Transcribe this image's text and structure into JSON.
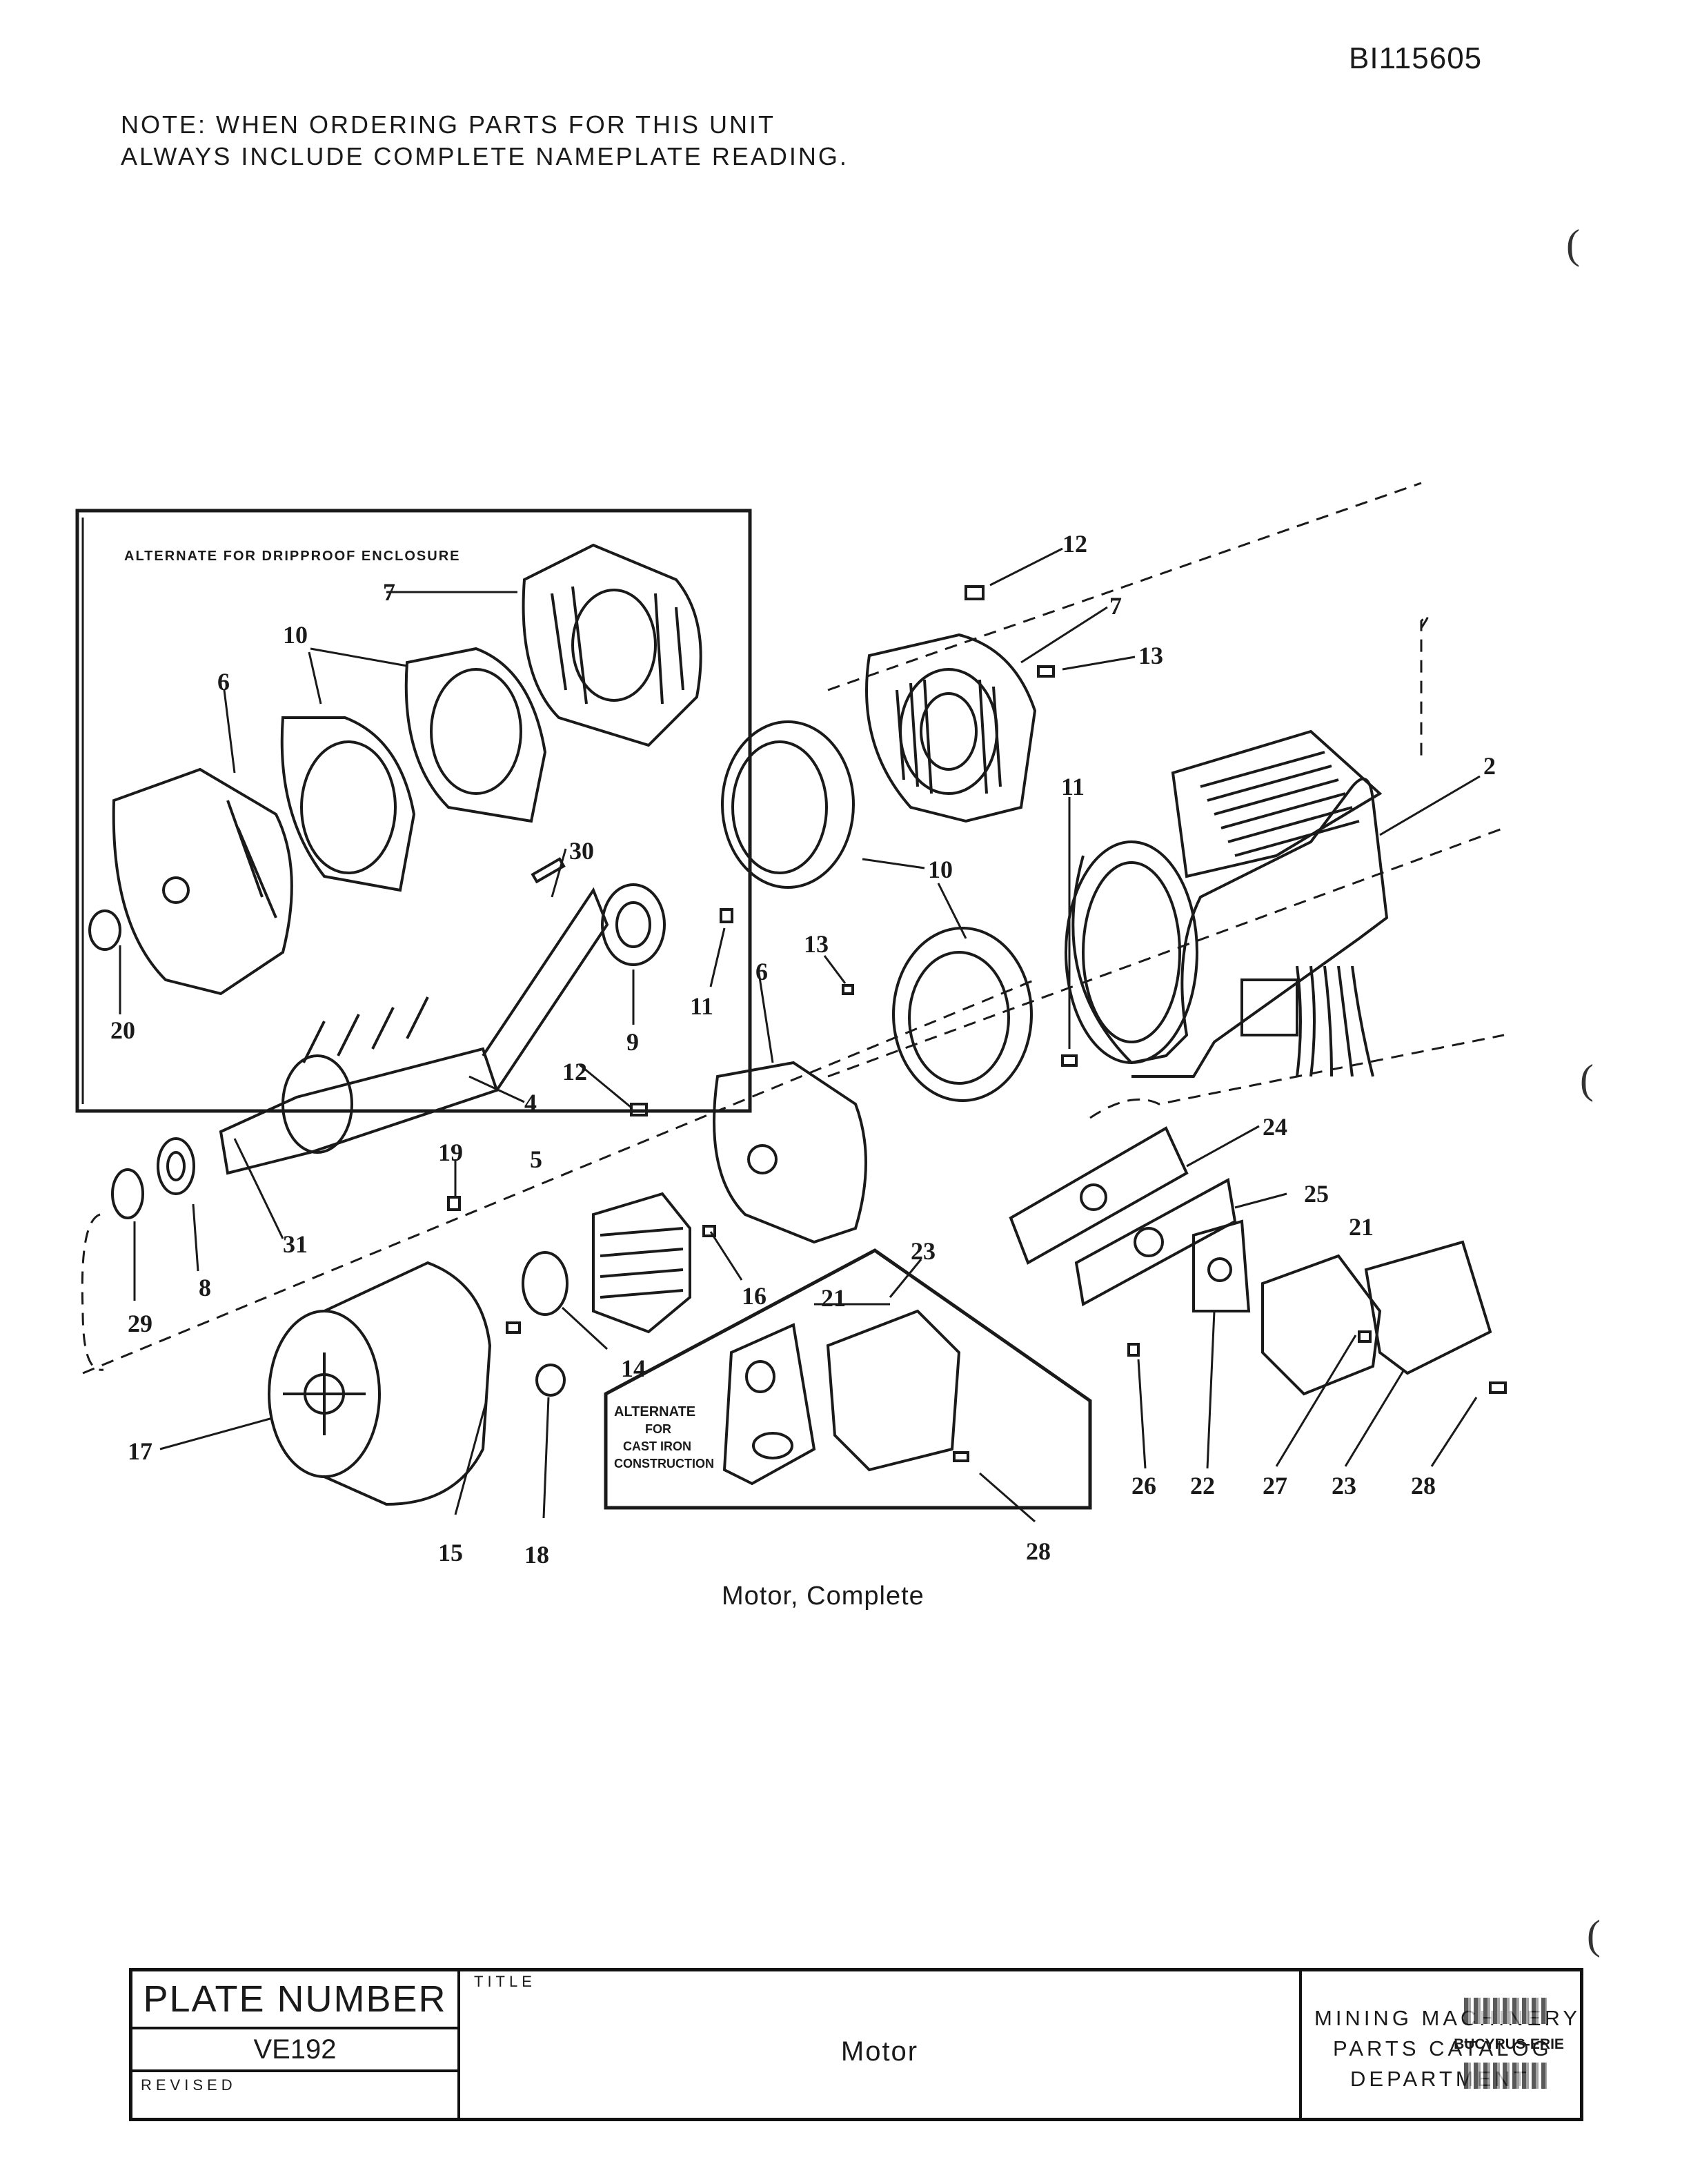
{
  "header": {
    "doc_number": "BI115605",
    "note_line1": "NOTE:  WHEN ORDERING PARTS FOR THIS UNIT",
    "note_line2": "ALWAYS INCLUDE COMPLETE NAMEPLATE READING."
  },
  "figure": {
    "inset_title": "ALTERNATE FOR DRIPPROOF ENCLOSURE",
    "alt_box_lines": [
      "ALTERNATE",
      "FOR",
      "CAST IRON",
      "CONSTRUCTION"
    ],
    "callouts": [
      "2",
      "4",
      "5",
      "6",
      "7",
      "8",
      "9",
      "10",
      "11",
      "12",
      "13",
      "14",
      "15",
      "16",
      "17",
      "18",
      "19",
      "20",
      "21",
      "22",
      "23",
      "24",
      "25",
      "26",
      "27",
      "28",
      "29",
      "30",
      "31"
    ],
    "caption": "Motor, Complete"
  },
  "title_block": {
    "plate_number_label": "PLATE NUMBER",
    "plate_number": "VE192",
    "revised_label": "REVISED",
    "title_label": "TITLE",
    "title": "Motor",
    "dept_line1": "MINING MACHINERY",
    "dept_line2": "PARTS CATALOG",
    "dept_line3": "DEPARTMENT",
    "brand": "BUCYRUS-ERIE"
  }
}
